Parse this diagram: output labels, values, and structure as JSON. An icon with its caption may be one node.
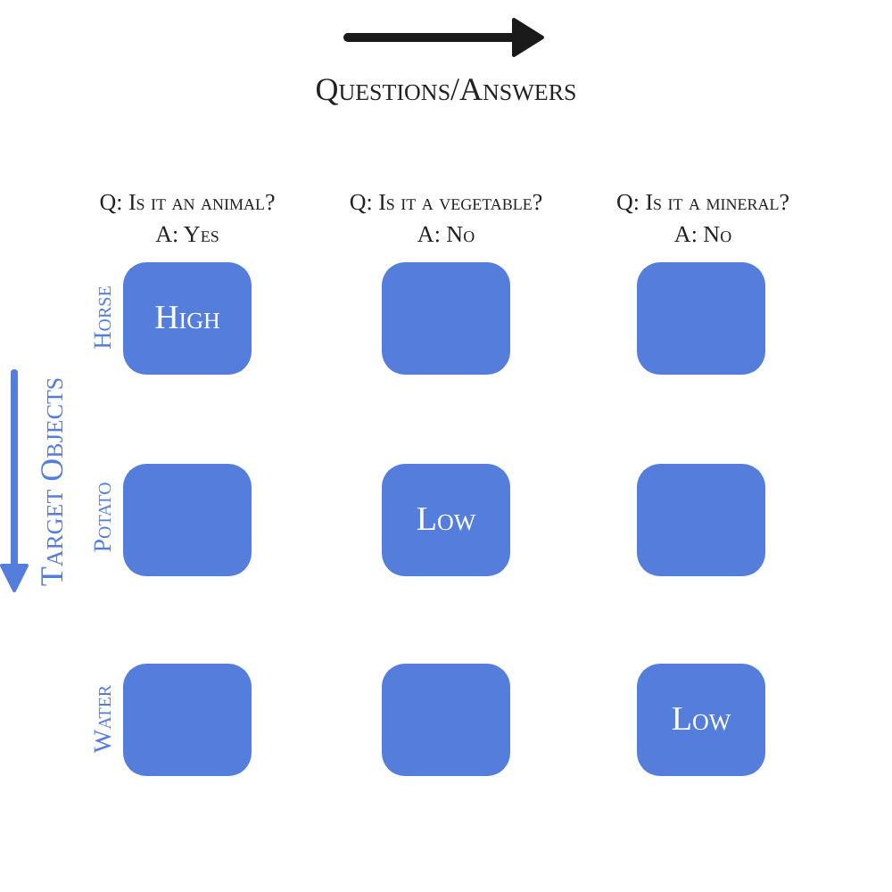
{
  "diagram": {
    "nodes": [
      {
        "text": [
          "High"
        ]
      },
      {
        "text": [],
        "shape": "box"
      },
      {
        "text": [],
        "shape": "box"
      },
      {
        "text": [],
        "shape": "box"
      },
      {
        "text": [
          "Low"
        ]
      },
      {
        "text": [],
        "shape": "box"
      },
      {
        "text": [],
        "shape": "box"
      },
      {
        "text": [],
        "shape": "box"
      },
      {
        "text": [
          "Low"
        ]
      }
    ],
    "edges": [],
    "labels": [
      "Questions/Answers",
      "Q: Is it an animal?",
      "A: Yes",
      "Q: Is it a vegetable?",
      "A: No",
      "Q: Is it a mineral?",
      "A: No",
      "Target Objects",
      "Horse",
      "Potato",
      "Water"
    ]
  }
}
